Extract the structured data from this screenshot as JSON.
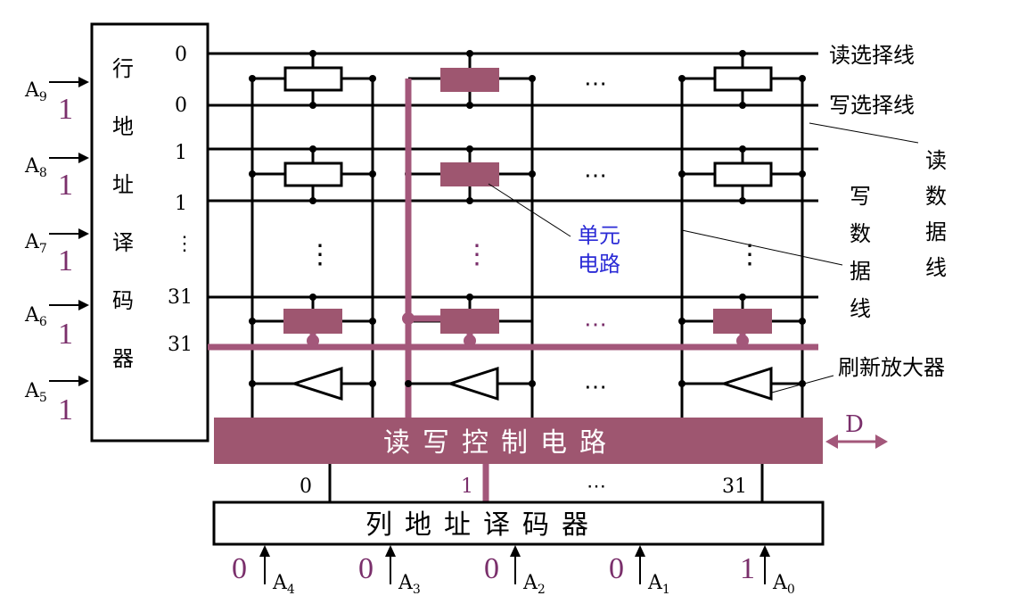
{
  "row_decoder": {
    "label_chars": [
      "行",
      "地",
      "址",
      "译",
      "码",
      "器"
    ],
    "address_inputs": [
      {
        "name": "A",
        "sub": "9",
        "value": "1"
      },
      {
        "name": "A",
        "sub": "8",
        "value": "1"
      },
      {
        "name": "A",
        "sub": "7",
        "value": "1"
      },
      {
        "name": "A",
        "sub": "6",
        "value": "1"
      },
      {
        "name": "A",
        "sub": "5",
        "value": "1"
      }
    ],
    "output_labels": [
      "0",
      "0",
      "1",
      "1",
      "⋮",
      "31",
      "31"
    ]
  },
  "right_labels": {
    "read_select": "读选择线",
    "write_select": "写选择线",
    "read_data_line_chars": [
      "读",
      "数",
      "据",
      "线"
    ],
    "write_data_line_chars": [
      "写",
      "数",
      "据",
      "线"
    ],
    "refresh_amp": "刷新放大器",
    "cell_circuit_line1": "单元",
    "cell_circuit_line2": "电路"
  },
  "rw_control": {
    "label": "读写控制电路",
    "data_label": "D"
  },
  "column_outputs": [
    "0",
    "1",
    "⋯",
    "31"
  ],
  "column_decoder": {
    "label": "列地址译码器",
    "address_inputs": [
      {
        "name": "A",
        "sub": "4",
        "value": "0"
      },
      {
        "name": "A",
        "sub": "3",
        "value": "0"
      },
      {
        "name": "A",
        "sub": "2",
        "value": "0"
      },
      {
        "name": "A",
        "sub": "1",
        "value": "0"
      },
      {
        "name": "A",
        "sub": "0",
        "value": "1"
      }
    ]
  },
  "ellipsis_h": "⋯",
  "ellipsis_v": "⋮",
  "colors": {
    "accent": "#9e5670",
    "line": "#000000",
    "select_path": "#a3577a",
    "purple_text": "#7a2f6b",
    "blue_text": "#2b2bd6"
  }
}
